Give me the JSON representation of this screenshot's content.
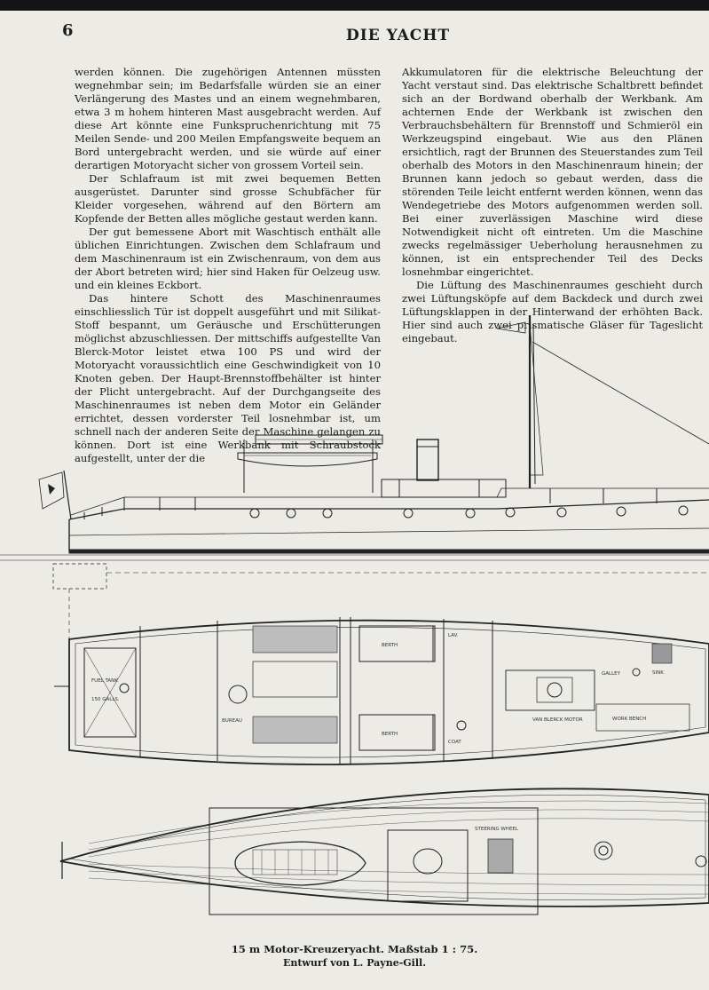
{
  "header": {
    "page_number": "6",
    "title": "DIE YACHT"
  },
  "left_column": [
    "werden können. Die zugehörigen Antennen müssten wegnehmbar sein; im Bedarfsfalle würden sie an einer Verlängerung des Mastes und an einem wegnehmbaren, etwa 3 m hohem hinteren Mast ausgebracht werden. Auf diese Art könnte eine Funkspruchenrichtung mit 75 Meilen Sende- und 200 Meilen Empfangsweite bequem an Bord untergebracht werden, und sie würde auf einer derartigen Motoryacht sicher von grossem Vorteil sein.",
    "Der Schlafraum ist mit zwei bequemen Betten ausgerüstet. Darunter sind grosse Schubfächer für Kleider vorgesehen, während auf den Börtern am Kopfende der Betten alles mögliche gestaut werden kann.",
    "Der gut bemessene Abort mit Waschtisch enthält alle üblichen Einrichtungen. Zwischen dem Schlafraum und dem Maschinenraum ist ein Zwischenraum, von dem aus der Abort betreten wird; hier sind Haken für Oelzeug usw. und ein kleines Eckbort.",
    "Das hintere Schott des Maschinenraumes einschliesslich Tür ist doppelt ausgeführt und mit Silikat-Stoff bespannt, um Geräusche und Erschütterungen möglichst abzuschliessen. Der mittschiffs aufgestellte Van Blerck-Motor leistet etwa 100 PS und wird der Motoryacht voraussichtlich eine Geschwindigkeit von 10 Knoten geben. Der Haupt-Brennstoffbehälter ist hinter der Plicht untergebracht. Auf der Durchgangseite des Maschinenraumes ist neben dem Motor ein Geländer errichtet, dessen vorderster Teil losnehmbar ist, um schnell nach der anderen Seite der Maschine gelangen zu können. Dort ist eine Werkbank mit Schraubstock aufgestellt, unter der die"
  ],
  "right_column": [
    "Akkumulatoren für die elektrische Beleuchtung der Yacht verstaut sind. Das elektrische Schaltbrett befindet sich an der Bordwand oberhalb der Werkbank. Am achternen Ende der Werkbank ist zwischen den Verbrauchsbehältern für Brennstoff und Schmieröl ein Werkzeugspind eingebaut. Wie aus den Plänen ersichtlich, ragt der Brunnen des Steuerstandes zum Teil oberhalb des Motors in den Maschinenraum hinein; der Brunnen kann jedoch so gebaut werden, dass die störenden Teile leicht entfernt werden können, wenn das Wendegetriebe des Motors aufgenommen werden soll. Bei einer zuverlässigen Maschine wird diese Notwendigkeit nicht oft eintreten. Um die Maschine zwecks regelmässiger Ueberholung herausnehmen zu können, ist ein entsprechender Teil des Decks losnehmbar eingerichtet.",
    "Die Lüftung des Maschinenraumes geschieht durch zwei Lüftungsköpfe auf dem Backdeck und durch zwei Lüftungsklappen in der Hinterwand der erhöhten Back. Hier sind auch zwei prismatische Gläser für Tageslicht eingebaut."
  ],
  "plan_labels": {
    "fuel_tank": "FUEL TANK",
    "fuel_capacity": "150 GALLS.",
    "bureau": "BUREAU",
    "galley": "GALLEY",
    "sink": "SINK",
    "engine": "VAN BLERCK MOTOR",
    "workbench": "WORK BENCH",
    "berth_1": "BERTH",
    "berth_2": "BERTH",
    "lav": "LAV.",
    "coat": "COAT",
    "steering": "STEERING WHEEL"
  },
  "caption": {
    "line1": "15 m Motor-Kreuzeryacht.  Maßstab 1 : 75.",
    "line2": "Entwurf von L. Payne-Gill."
  }
}
